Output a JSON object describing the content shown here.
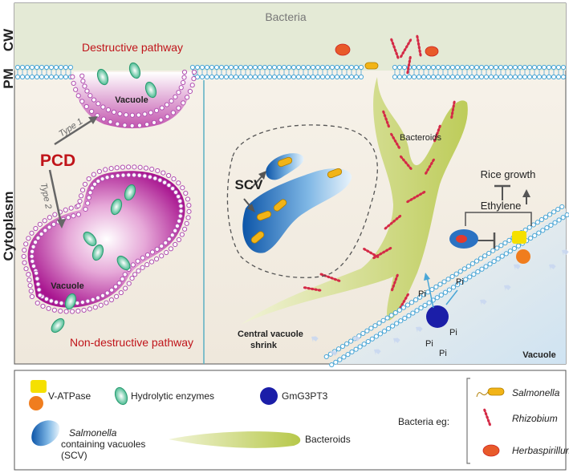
{
  "side_labels": {
    "cw": "CW",
    "pm": "PM",
    "cytoplasm": "Cytoplasm"
  },
  "top": {
    "bacteria": "Bacteria"
  },
  "left": {
    "destructive": "Destructive pathway",
    "vacuole_top": "Vacuole",
    "type1": "Type 1",
    "type2": "Type 2",
    "pcd": "PCD",
    "vacuole_bottom": "Vacuole",
    "non_destructive": "Non-destructive pathway"
  },
  "right": {
    "scv": "SCV",
    "bacteroids": "Bacteroids",
    "rice_growth": "Rice growth",
    "ethylene": "Ethylene",
    "pi1": "Pi",
    "pi2": "Pi",
    "pi3": "Pi",
    "pi4": "Pi",
    "pi5": "Pi",
    "central_line1": "Central vacuole",
    "central_line2": "shrink",
    "vacuole": "Vacuole"
  },
  "legend": {
    "v_atpase": "V-ATPase",
    "hydrolytic": "Hydrolytic enzymes",
    "gmg3pt3": "GmG3PT3",
    "scv_italic": "Salmonella",
    "scv_line2": "containing vacuoles",
    "scv_line3": "(SCV)",
    "bacteroids": "Bacteroids",
    "bacteria_eg": "Bacteria eg:",
    "salmonella": "Salmonella",
    "rhizobium": "Rhizobium",
    "herbaspirillum": "Herbaspirillum"
  },
  "colors": {
    "cell_wall": "#e6ecd8",
    "cytoplasm": "#f6f1e8",
    "membrane": "#4aa6d6",
    "vacuole_membrane": "#b04fb0",
    "vacuole_fill": "#b3189a",
    "enzyme": "#3ab588",
    "bacteroid": "#b7c84a",
    "scv_blue": "#1e6fb8",
    "red_text": "#c0141a",
    "gmg3pt3": "#1b1ea8",
    "v_atpase_yellow": "#f5e000",
    "v_atpase_orange": "#f07d1e"
  }
}
